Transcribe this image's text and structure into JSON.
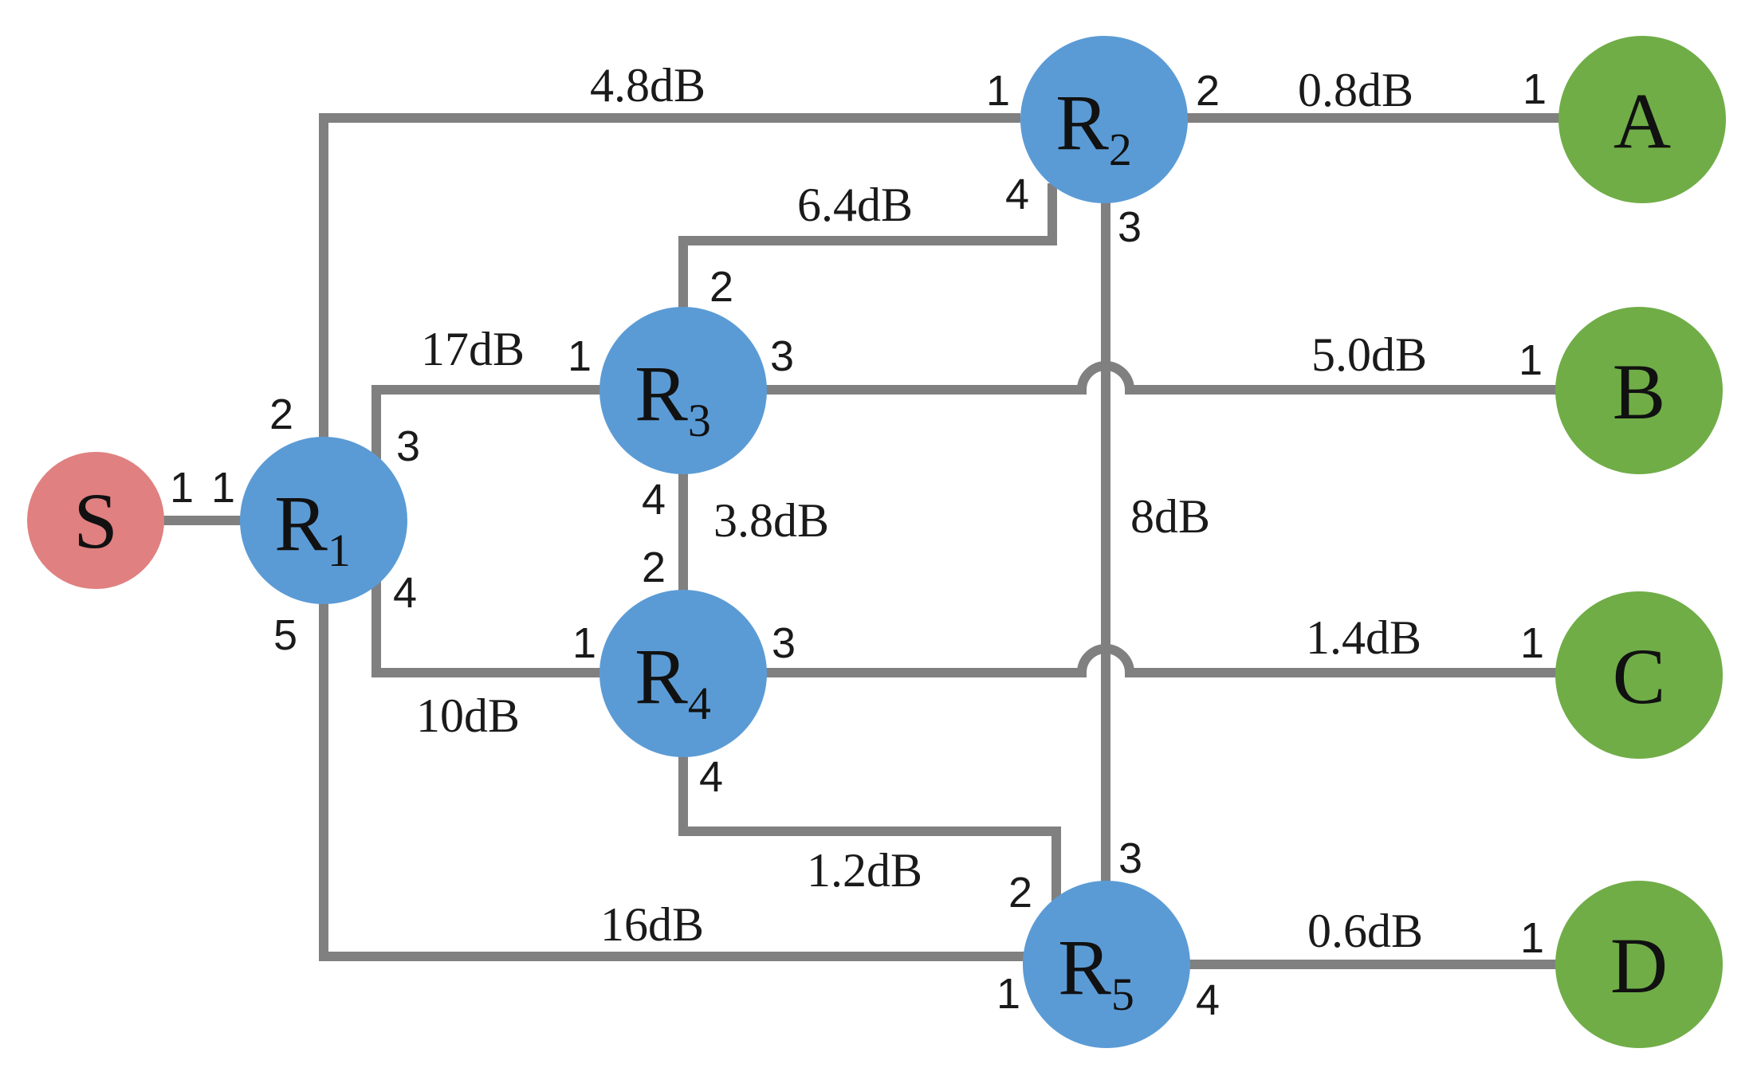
{
  "colors": {
    "source": "#E08080",
    "router": "#5B9BD5",
    "destination": "#70AD47",
    "link": "#808080"
  },
  "nodes": {
    "S": {
      "label": "S"
    },
    "R1": {
      "label": "R",
      "sub": "1"
    },
    "R2": {
      "label": "R",
      "sub": "2"
    },
    "R3": {
      "label": "R",
      "sub": "3"
    },
    "R4": {
      "label": "R",
      "sub": "4"
    },
    "R5": {
      "label": "R",
      "sub": "5"
    },
    "A": {
      "label": "A"
    },
    "B": {
      "label": "B"
    },
    "C": {
      "label": "C"
    },
    "D": {
      "label": "D"
    }
  },
  "links": {
    "R1_R2": "4.8dB",
    "R2_A": "0.8dB",
    "R2_R3": "6.4dB",
    "R1_R3": "17dB",
    "R3_B": "5.0dB",
    "R3_R4": "3.8dB",
    "R2_R5": "8dB",
    "R1_R4": "10dB",
    "R4_C": "1.4dB",
    "R4_R5": "1.2dB",
    "R1_R5": "16dB",
    "R5_D": "0.6dB"
  },
  "ports": {
    "S_1": "1",
    "R1_1": "1",
    "R1_2": "2",
    "R1_3": "3",
    "R1_4": "4",
    "R1_5": "5",
    "R2_1": "1",
    "R2_2": "2",
    "R2_3": "3",
    "R2_4": "4",
    "R3_1": "1",
    "R3_2": "2",
    "R3_3": "3",
    "R3_4": "4",
    "R4_1": "1",
    "R4_2": "2",
    "R4_3": "3",
    "R4_4": "4",
    "R5_1": "1",
    "R5_2": "2",
    "R5_3": "3",
    "R5_4": "4",
    "A_1": "1",
    "B_1": "1",
    "C_1": "1",
    "D_1": "1"
  }
}
